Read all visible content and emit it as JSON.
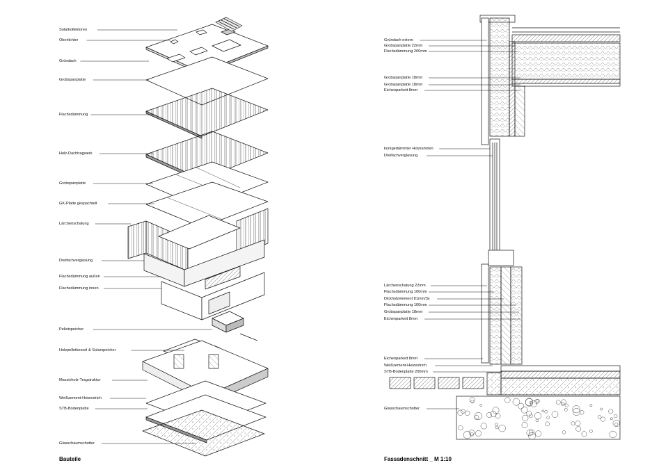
{
  "left_panel": {
    "title": "Bauteile",
    "labels": [
      "Solarkollektoren",
      "Oberlichter",
      "Gründach",
      "Grobspanplatte",
      "Flachsdämmung",
      "Holz-Dachtragwerk",
      "Grobspanplatte",
      "GK-Platte gespachtelt",
      "Lärchenschalung",
      "Dreifachverglasung",
      "Flachsdämmung außen",
      "Flachsdämmung innen",
      "Pelletspeicher",
      "Holzpelletkessel & Solarspeicher",
      "Massivholz-Tragstruktur",
      "Weißzement-Heizestrich",
      "STB-Bodenplatte",
      "Glasschaumschotter"
    ]
  },
  "right_panel": {
    "title": "Fassadenschnitt _ M 1:10",
    "labels": [
      "Gründach extern",
      "Grobspanplatte 22mm",
      "Flachsdämmung 260mm",
      "Grobspanplatte 18mm",
      "Grobspanplatte 18mm",
      "Eichenparkett 8mm",
      "korkgedämmter Holzrahmen",
      "Dreifachverglasung",
      "Lärchenschalung 22mm",
      "Flachsdämmung 100mm",
      "Dickholzelement 81mm/3s",
      "Flachsdämmung 100mm",
      "Grobspanplatte 18mm",
      "Eichenparkett 8mm",
      "Eichenparkett 8mm",
      "Weißzement-Heizestrich",
      "STB-Bodenplatte 200mm",
      "Glasschaumschotter"
    ]
  }
}
